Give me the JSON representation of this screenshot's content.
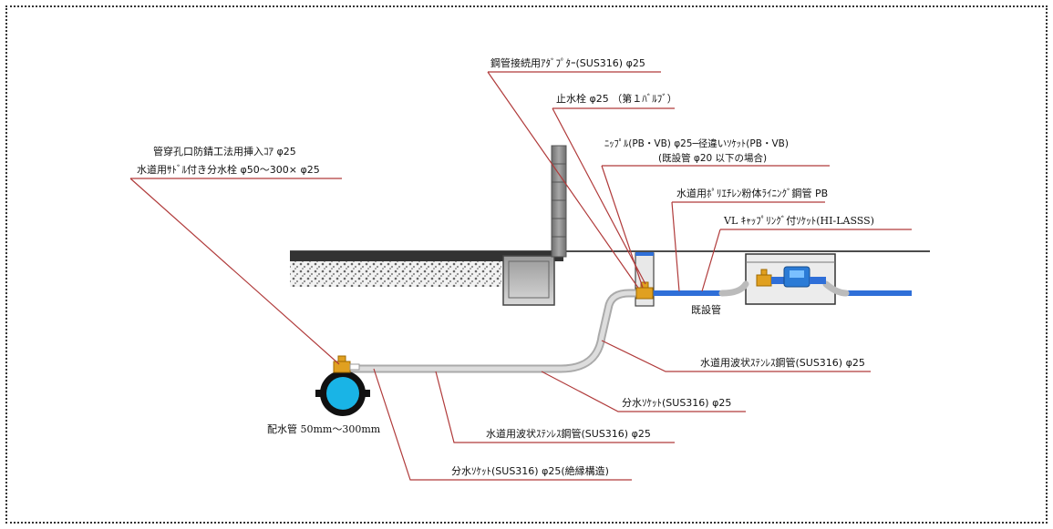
{
  "labels": {
    "adapter": "鋼管接続用ｱﾀﾞﾌﾟﾀｰ(SUS316) φ25",
    "stop_valve": "止水栓 φ25 （第１ﾊﾞﾙﾌﾞ）",
    "nipple_line1": "ﾆｯﾌﾟﾙ(PB・VB) φ25─径違いｿｹｯﾄ(PB・VB)",
    "nipple_line2": "(既設管 φ20 以下の場合)",
    "poly_pipe": "水道用ﾎﾟﾘｴﾁﾚﾝ粉体ﾗｲﾆﾝｸﾞ鋼管 PB",
    "vl_socket": "VL ｷｬｯﾌﾟﾘﾝｸﾞ付ｿｹｯﾄ(HI-LASSS)",
    "insertion_core_line1": "管穿孔口防錆工法用挿入ｺｱ φ25",
    "insertion_core_line2": "水道用ｻﾄﾞﾙ付き分水栓 φ50～300× φ25",
    "existing_pipe": "既設管",
    "flex_pipe_right": "水道用波状ｽﾃﾝﾚｽ鋼管(SUS316) φ25",
    "branch_socket": "分水ｿｹｯﾄ(SUS316) φ25",
    "flex_pipe_bottom": "水道用波状ｽﾃﾝﾚｽ鋼管(SUS316) φ25",
    "branch_socket_insulated": "分水ｿｹｯﾄ(SUS316) φ25(絶縁構造)",
    "main_pipe": "配水管 50mm～300mm"
  },
  "colors": {
    "leader_line": "#b03a3a",
    "water_pipe": "#2f6fd8",
    "fitting_orange": "#e0a020",
    "main_pipe_fill": "#19b4e6",
    "flex_pipe": "#c8c8c8",
    "ground_line": "#111111",
    "asphalt": "#333333"
  }
}
